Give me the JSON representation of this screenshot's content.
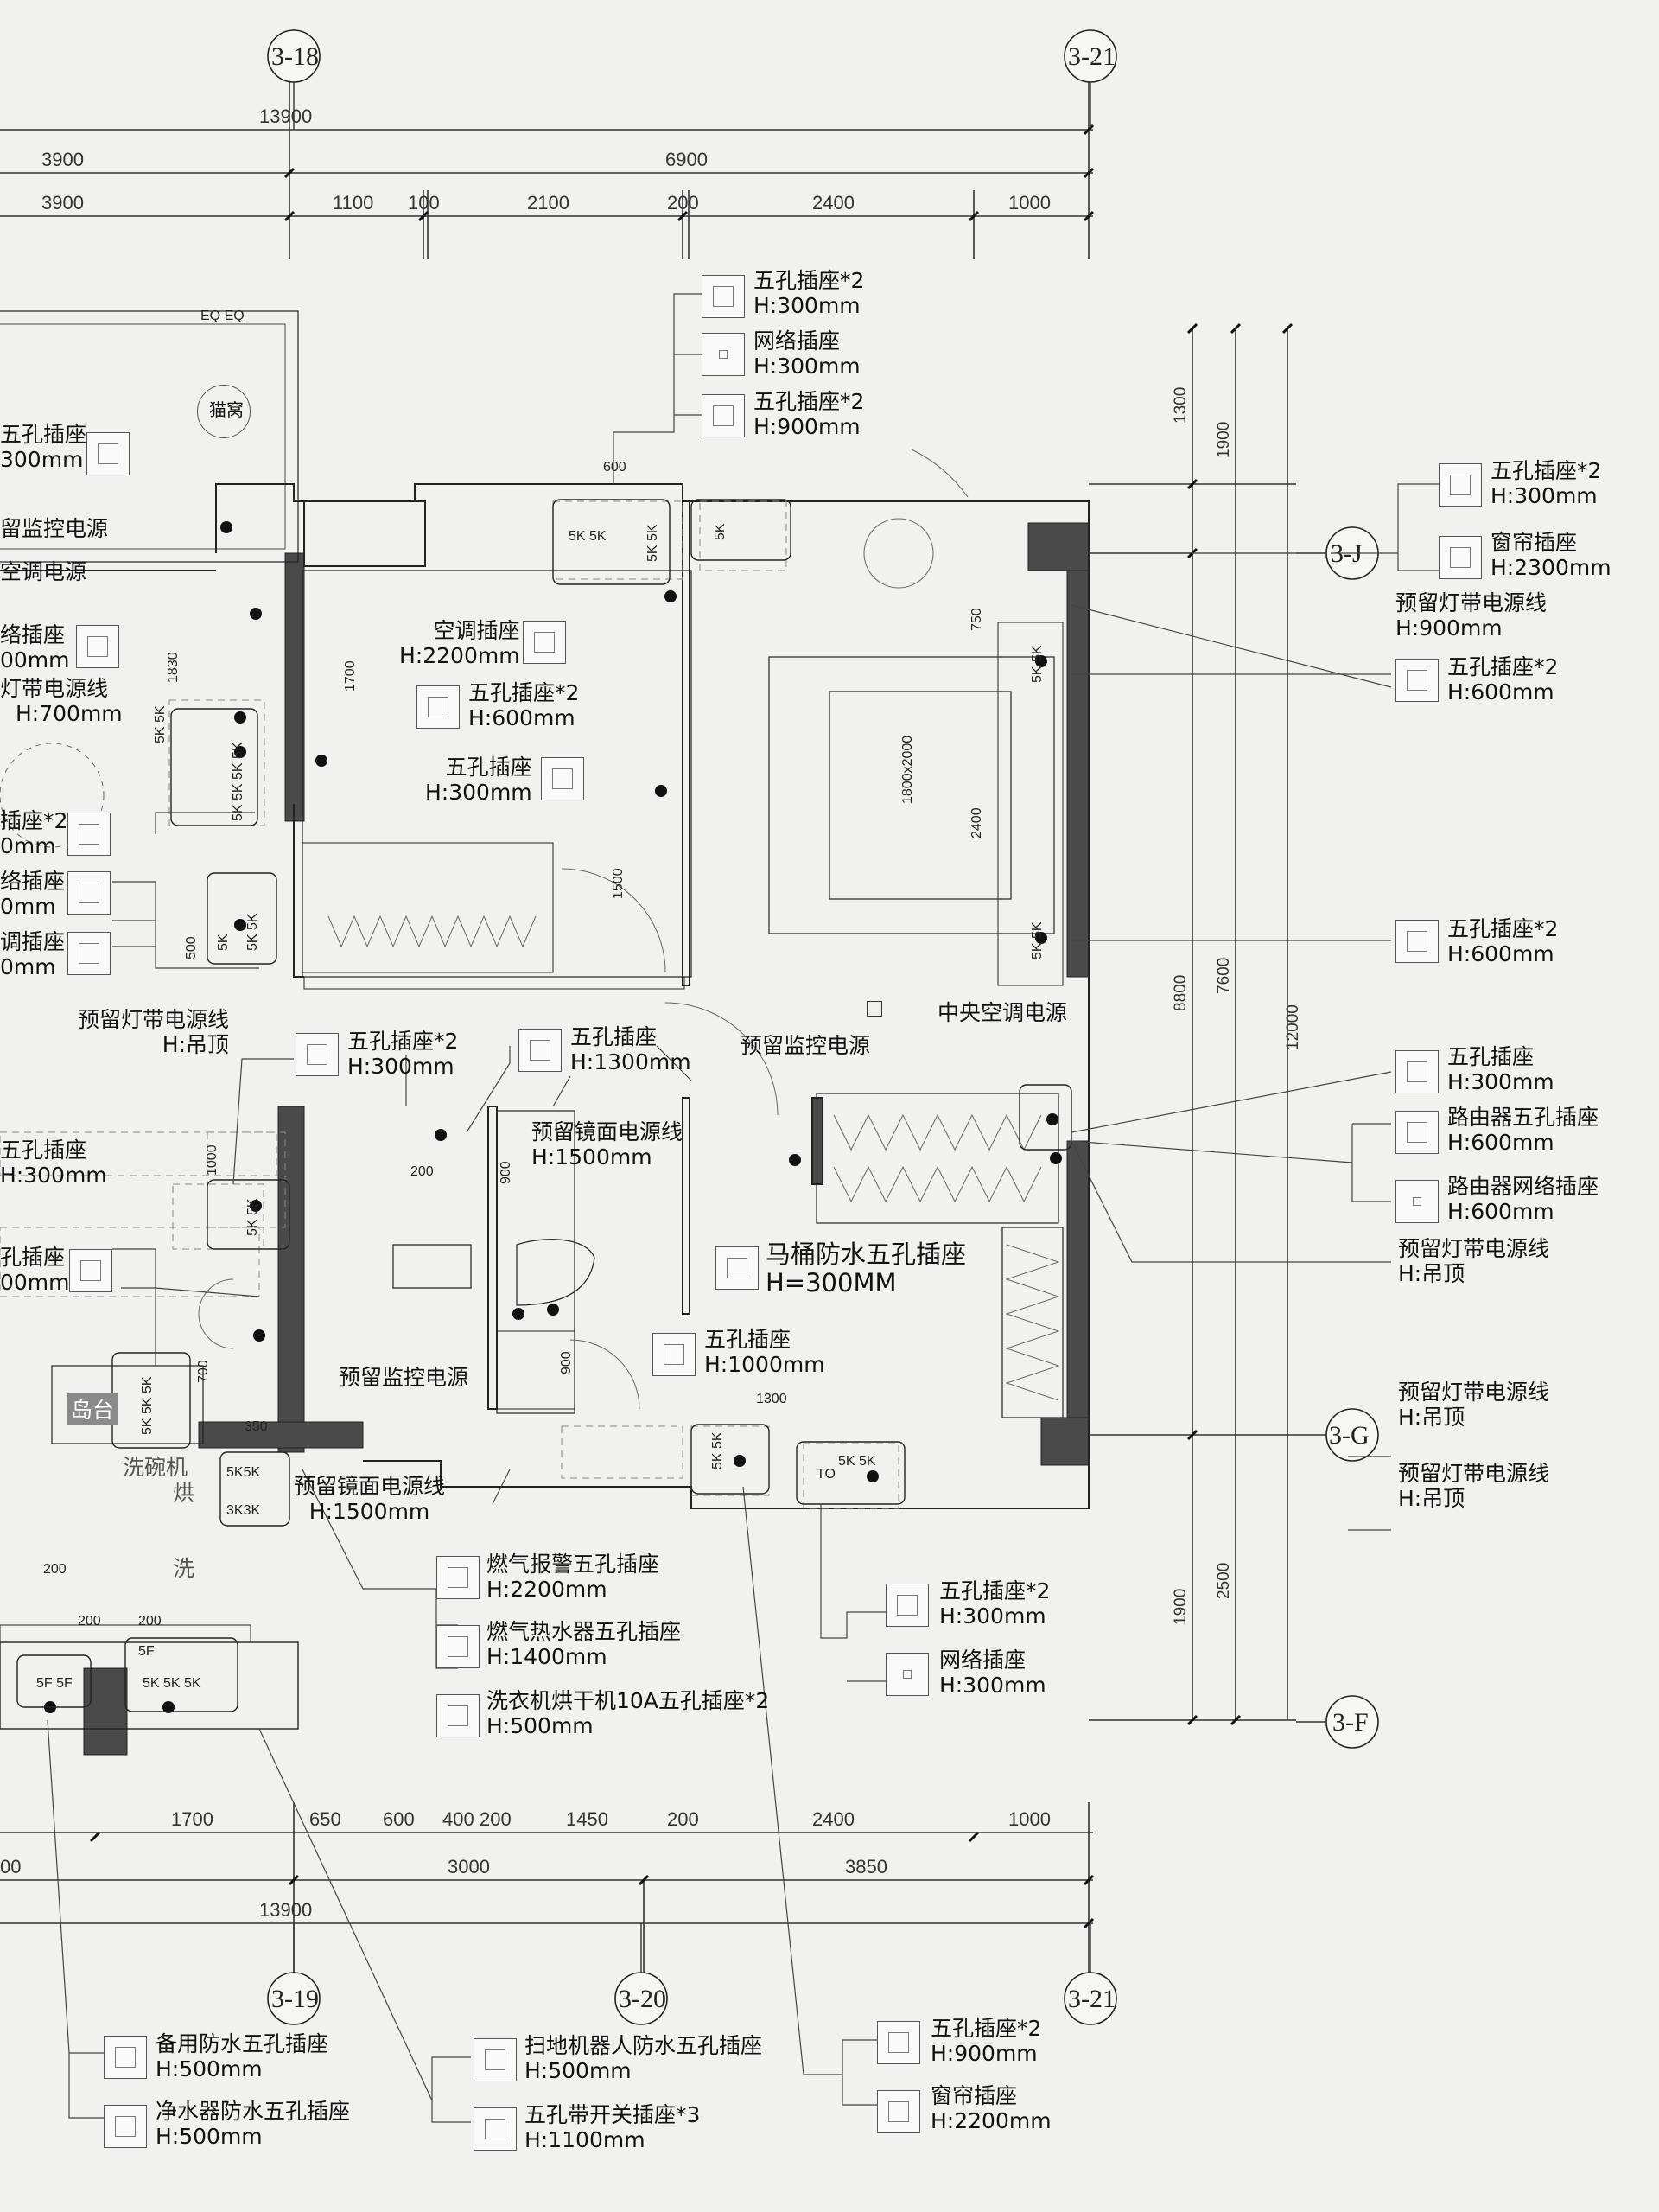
{
  "axes": {
    "top": [
      "3-18",
      "3-21"
    ],
    "bottom": [
      "3-19",
      "3-20",
      "3-21"
    ],
    "right": [
      "3-J",
      "3-G",
      "3-F"
    ]
  },
  "dims_top": [
    "13900",
    "3900",
    "6900",
    "3900",
    "1100",
    "100",
    "2100",
    "200",
    "2400",
    "1000"
  ],
  "dims_bottom": [
    "1700",
    "650",
    "600",
    "400",
    "200",
    "1450",
    "200",
    "2400",
    "1000",
    "00",
    "3000",
    "3850",
    "13900"
  ],
  "dims_right": [
    "1300",
    "1900",
    "8800",
    "7600",
    "12000",
    "2500",
    "1900"
  ],
  "rooms": {
    "cat_nest": "猫窝",
    "island": "岛台",
    "dishwasher": "洗碗机",
    "dryer": "烘",
    "wash": "洗",
    "bed": "1800x2000"
  },
  "legend": [
    {
      "title": "五孔插座*2",
      "height": "H:300mm"
    },
    {
      "title": "网络插座",
      "height": "H:300mm"
    },
    {
      "title": "五孔插座*2",
      "height": "H:900mm"
    },
    {
      "title": "五孔插座*2",
      "height": "H:300mm"
    },
    {
      "title": "窗帘插座",
      "height": "H:2300mm"
    },
    {
      "title": "预留灯带电源线",
      "height": "H:900mm"
    },
    {
      "title": "五孔插座*2",
      "height": "H:600mm"
    },
    {
      "title": "五孔插座*2",
      "height": "H:600mm"
    },
    {
      "title": "五孔插座",
      "height": "H:300mm"
    },
    {
      "title": "路由器五孔插座",
      "height": "H:600mm"
    },
    {
      "title": "路由器网络插座",
      "height": "H:600mm"
    },
    {
      "title": "预留灯带电源线",
      "height": "H:吊顶"
    },
    {
      "title": "预留灯带电源线",
      "height": "H:吊顶"
    },
    {
      "title": "预留灯带电源线",
      "height": "H:吊顶"
    },
    {
      "title": "空调插座",
      "height": "H:2200mm"
    },
    {
      "title": "五孔插座*2",
      "height": "H:600mm"
    },
    {
      "title": "五孔插座",
      "height": "H:300mm"
    },
    {
      "title": "中央空调电源",
      "height": ""
    },
    {
      "title": "预留灯带电源线",
      "height": "H:吊顶"
    },
    {
      "title": "五孔插座*2",
      "height": "H:300mm"
    },
    {
      "title": "五孔插座",
      "height": "H:1300mm"
    },
    {
      "title": "预留监控电源",
      "height": ""
    },
    {
      "title": "预留镜面电源线",
      "height": "H:1500mm"
    },
    {
      "title": "马桶防水五孔插座",
      "height": "H=300MM"
    },
    {
      "title": "五孔插座",
      "height": "H:1000mm"
    },
    {
      "title": "预留监控电源",
      "height": ""
    },
    {
      "title": "预留镜面电源线",
      "height": "H:1500mm"
    },
    {
      "title": "燃气报警五孔插座",
      "height": "H:2200mm"
    },
    {
      "title": "燃气热水器五孔插座",
      "height": "H:1400mm"
    },
    {
      "title": "洗衣机烘干机10A五孔插座*2",
      "height": "H:500mm"
    },
    {
      "title": "五孔插座*2",
      "height": "H:300mm"
    },
    {
      "title": "网络插座",
      "height": "H:300mm"
    },
    {
      "title": "备用防水五孔插座",
      "height": "H:500mm"
    },
    {
      "title": "净水器防水五孔插座",
      "height": "H:500mm"
    },
    {
      "title": "扫地机器人防水五孔插座",
      "height": "H:500mm"
    },
    {
      "title": "五孔带开关插座*3",
      "height": "H:1100mm"
    },
    {
      "title": "五孔插座*2",
      "height": "H:900mm"
    },
    {
      "title": "窗帘插座",
      "height": "H:2200mm"
    }
  ],
  "left_cut": [
    {
      "title": "五孔插座",
      "height": "300mm"
    },
    {
      "title": "留监控电源",
      "height": ""
    },
    {
      "title": "空调电源",
      "height": ""
    },
    {
      "title": "络插座",
      "height": "00mm"
    },
    {
      "title": "灯带电源线",
      "height": "H:700mm"
    },
    {
      "title": "插座*2",
      "height": "0mm"
    },
    {
      "title": "络插座",
      "height": "0mm"
    },
    {
      "title": "调插座",
      "height": "0mm"
    },
    {
      "title": "五孔插座",
      "height": "H:300mm"
    },
    {
      "title": "孔插座",
      "height": "00mm"
    }
  ]
}
